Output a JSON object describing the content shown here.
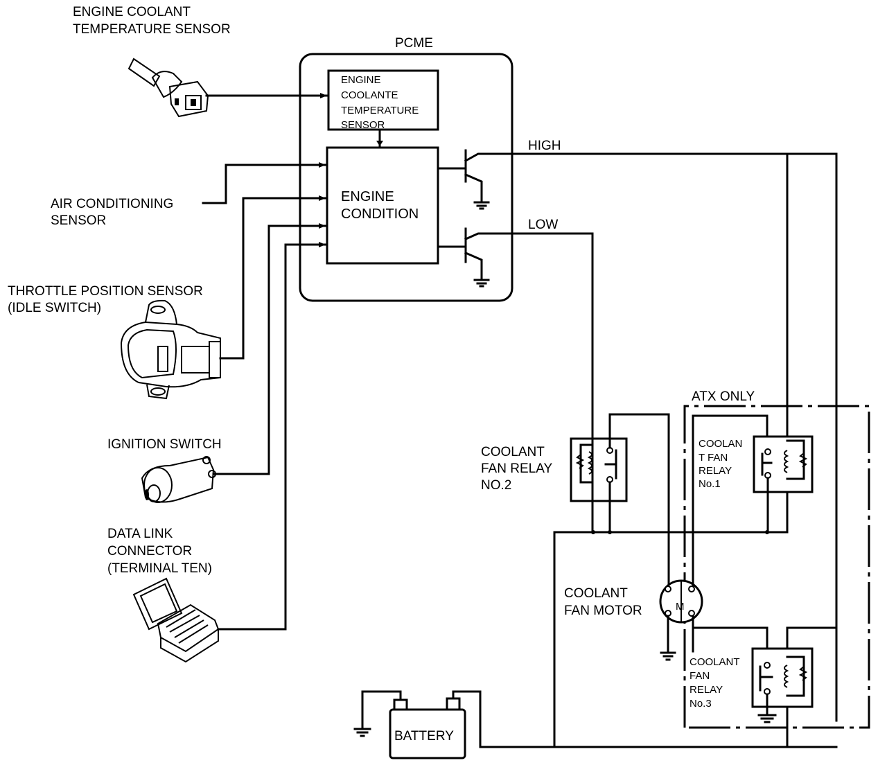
{
  "diagram": {
    "title": "PCME",
    "components": {
      "ect_sensor": {
        "lines": [
          "ENGINE COOLANT",
          "TEMPERATURE SENSOR"
        ]
      },
      "ac_sensor": {
        "lines": [
          "AIR CONDITIONING",
          "SENSOR"
        ]
      },
      "tps": {
        "lines": [
          "THROTTLE POSITION SENSOR",
          "(IDLE SWITCH)"
        ]
      },
      "ignition": {
        "lines": [
          "IGNITION SWITCH"
        ]
      },
      "dlc": {
        "lines": [
          "DATA LINK",
          "CONNECTOR",
          "(TERMINAL TEN)"
        ]
      },
      "pcme_ect_block": {
        "lines": [
          "ENGINE",
          "COOLANTE",
          "TEMPERATURE",
          "SENSOR"
        ]
      },
      "engine_condition": {
        "lines": [
          "ENGINE",
          "CONDITION"
        ]
      },
      "relay2": {
        "lines": [
          "COOLANT",
          "FAN RELAY",
          "NO.2"
        ]
      },
      "relay1": {
        "lines": [
          "COOLAN",
          "T FAN",
          "RELAY",
          "No.1"
        ]
      },
      "relay3": {
        "lines": [
          "COOLANT",
          "FAN",
          "RELAY",
          "No.3"
        ]
      },
      "motor": {
        "lines": [
          "COOLANT",
          "FAN MOTOR"
        ],
        "symbol": "M"
      },
      "battery": {
        "label": "BATTERY"
      }
    },
    "signals": {
      "high": "HIGH",
      "low": "LOW"
    },
    "atx_label": "ATX ONLY"
  }
}
